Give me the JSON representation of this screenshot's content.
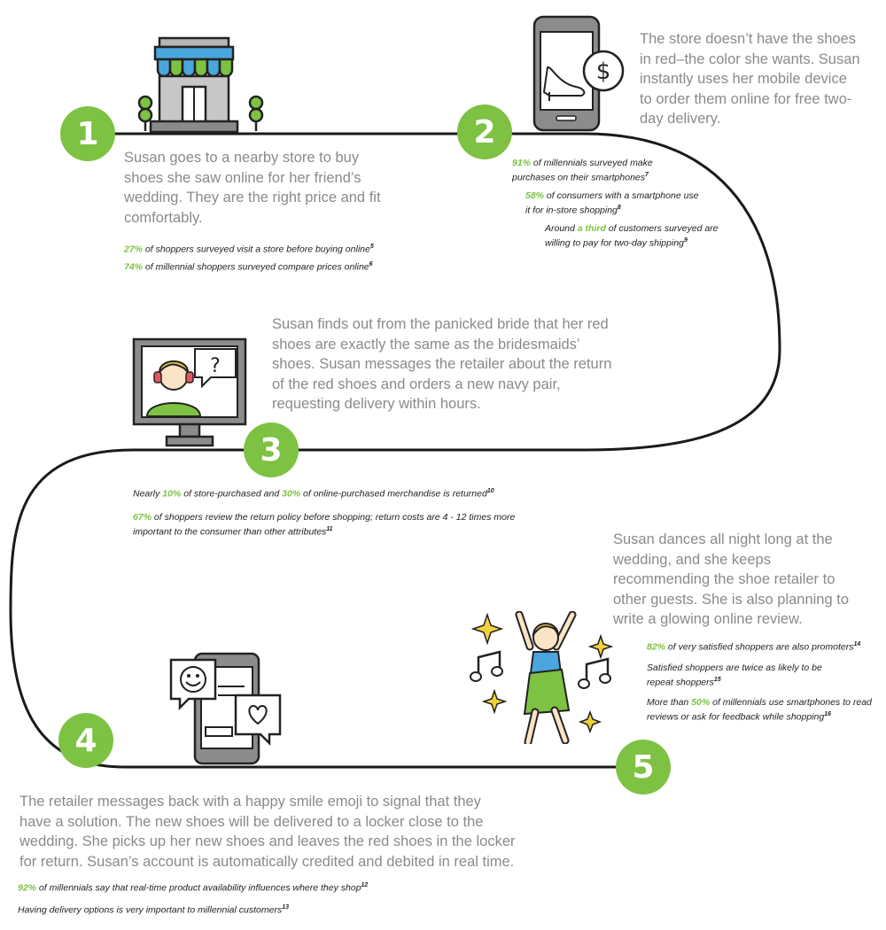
{
  "colors": {
    "accent": "#7dc242",
    "path": "#1a1a1a",
    "story_text": "#8a8a8a",
    "stat_text": "#222222"
  },
  "steps": [
    {
      "number": "1",
      "icon": "store-icon",
      "story": "Susan goes to a nearby store to buy shoes she saw online for her friend’s wedding. They are the right price and fit comfortably.",
      "stats": [
        {
          "hl": "27%",
          "text": " of shoppers surveyed visit a store before buying online",
          "ref": "5"
        },
        {
          "hl": "74%",
          "text": " of millennial shoppers surveyed compare prices online",
          "ref": "6"
        }
      ]
    },
    {
      "number": "2",
      "icon": "smartphone-shoe-icon",
      "story": "The store doesn’t have the shoes in red–the color she wants. Susan instantly uses her mobile device to order them online for free two-day delivery.",
      "stats": [
        {
          "pre": "",
          "hl": "91%",
          "text": " of millennials surveyed make purchases on their smartphones",
          "ref": "7"
        },
        {
          "pre": "",
          "hl": "58%",
          "text": " of consumers with a smartphone use it for in-store shopping",
          "ref": "8"
        },
        {
          "pre": "Around ",
          "hl": "a third",
          "text": " of customers surveyed are willing to pay for two-day shipping",
          "ref": "9"
        }
      ]
    },
    {
      "number": "3",
      "icon": "support-monitor-icon",
      "story": "Susan finds out from the panicked bride that her red shoes are exactly the same as the bridesmaids’ shoes. Susan messages the retailer about the return of the red shoes and orders a new navy pair, requesting delivery within hours.",
      "stats": [
        {
          "pre": "Nearly ",
          "hl": "10%",
          "mid": " of store-purchased and ",
          "hl2": "30%",
          "text": " of online-purchased merchandise is returned",
          "ref": "10"
        },
        {
          "pre": "",
          "hl": "67%",
          "text": " of shoppers review the return policy before shopping; return costs are 4 - 12 times more important to the consumer than other attributes",
          "ref": "11"
        }
      ]
    },
    {
      "number": "4",
      "icon": "phone-chat-icon",
      "story": "The retailer messages back with a happy smile emoji to signal that they have a solution. The new shoes will be delivered to a locker close to the wedding. She picks up her new shoes and leaves the red shoes in the locker for return. Susan’s account is automatically credited and debited in real time.",
      "stats": [
        {
          "pre": "",
          "hl": "92%",
          "text": " of millennials say that real-time product availability influences where they shop",
          "ref": "12"
        },
        {
          "pre": "Having delivery options is very important to millennial customers",
          "hl": "",
          "text": "",
          "ref": "13"
        }
      ]
    },
    {
      "number": "5",
      "icon": "dancing-woman-icon",
      "story": "Susan dances all night long at the wedding, and she keeps recommending the shoe retailer to other guests. She is also planning to write a glowing online review.",
      "stats": [
        {
          "pre": "",
          "hl": "82%",
          "text": " of very satisfied shoppers are also promoters",
          "ref": "14"
        },
        {
          "pre": "Satisfied shoppers are twice as likely to be repeat shoppers",
          "hl": "",
          "text": "",
          "ref": "15"
        },
        {
          "pre": "More than ",
          "hl": "50%",
          "text": " of millennials use smartphones to read reviews or ask for feedback while shopping",
          "ref": "16"
        }
      ]
    }
  ]
}
